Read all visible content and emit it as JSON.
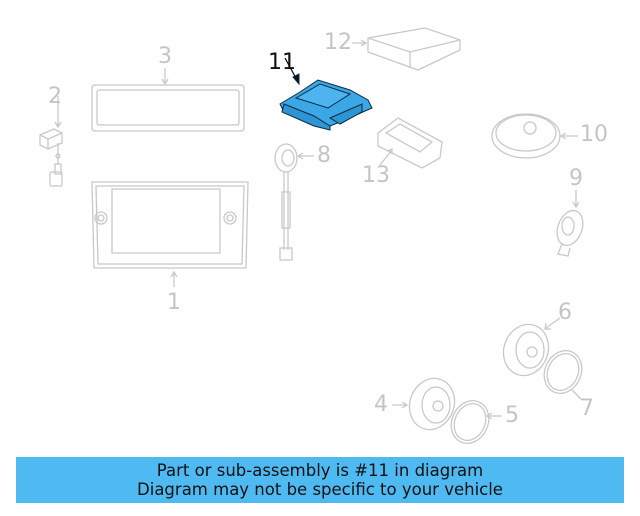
{
  "diagram": {
    "highlighted_part": "11",
    "highlight_color": "#3ba7e6",
    "line_color": "#c8c8c8",
    "callouts": [
      {
        "id": "1",
        "label": "1"
      },
      {
        "id": "2",
        "label": "2"
      },
      {
        "id": "3",
        "label": "3"
      },
      {
        "id": "4",
        "label": "4"
      },
      {
        "id": "5",
        "label": "5"
      },
      {
        "id": "6",
        "label": "6"
      },
      {
        "id": "7",
        "label": "7"
      },
      {
        "id": "8",
        "label": "8"
      },
      {
        "id": "9",
        "label": "9"
      },
      {
        "id": "10",
        "label": "10"
      },
      {
        "id": "11",
        "label": "11"
      },
      {
        "id": "12",
        "label": "12"
      },
      {
        "id": "13",
        "label": "13"
      }
    ]
  },
  "banner": {
    "line1": "Part or sub-assembly is #11 in diagram",
    "line2": "Diagram may not be specific to your vehicle",
    "background": "#4fbaf2"
  }
}
